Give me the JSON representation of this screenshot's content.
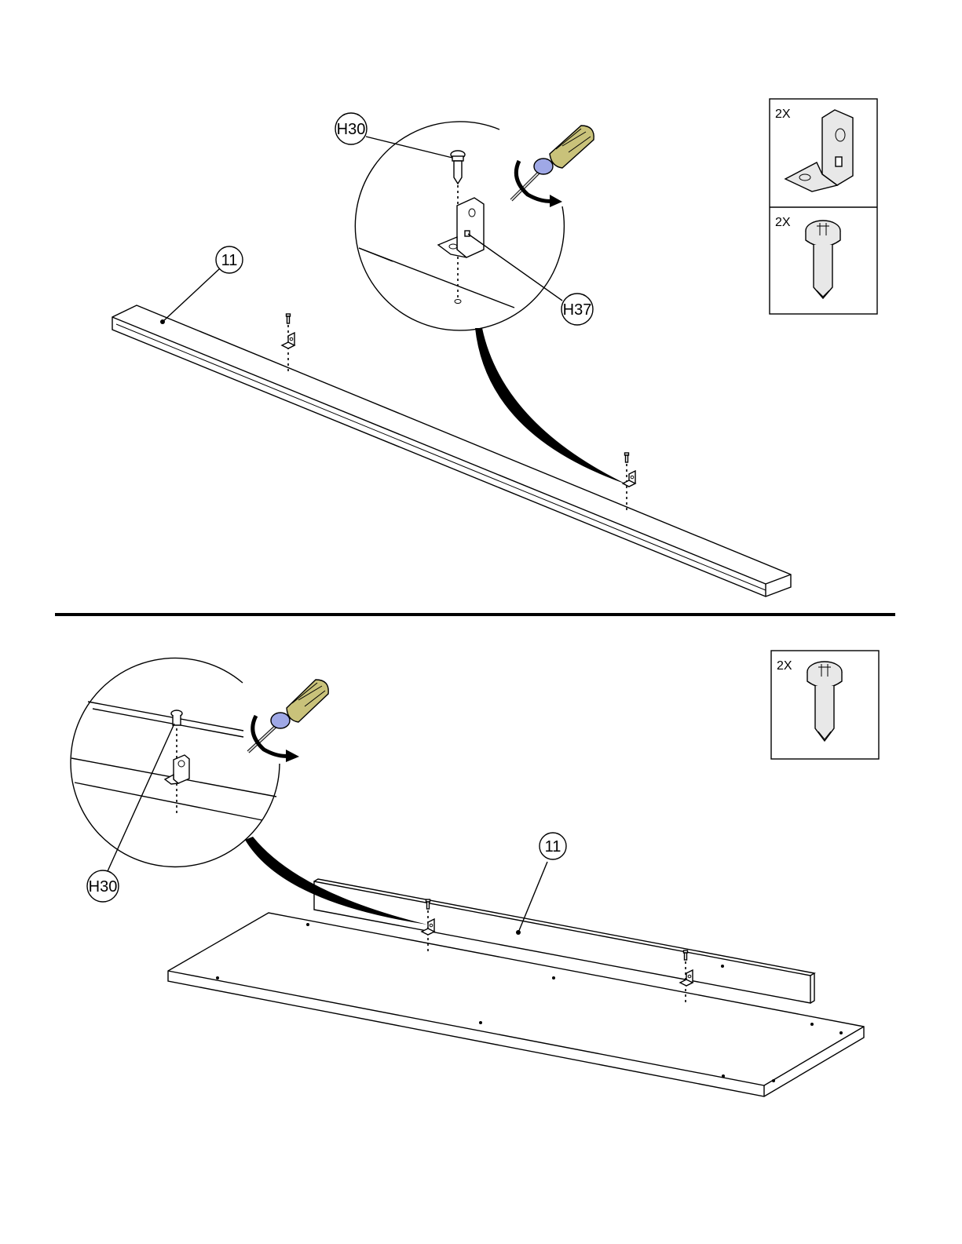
{
  "step1": {
    "panel_label": "11",
    "screw_label": "H30",
    "bracket_label": "H37",
    "parts": [
      {
        "qty": "2X",
        "icon": "angle-bracket-icon"
      },
      {
        "qty": "2X",
        "icon": "screw-icon"
      }
    ]
  },
  "step2": {
    "panel_label": "11",
    "screw_label": "H30",
    "parts": [
      {
        "qty": "2X",
        "icon": "screw-icon"
      }
    ]
  },
  "colors": {
    "line": "#000000",
    "screwdriver_handle": "#c9c27a",
    "screwdriver_tip": "#9fa8e6"
  }
}
